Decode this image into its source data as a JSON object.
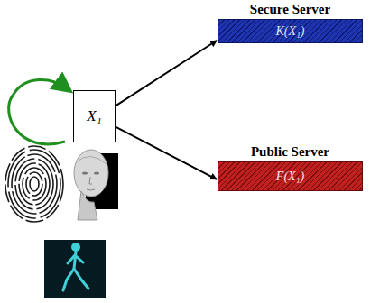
{
  "diagram": {
    "nodes": [
      {
        "text": [
          "X₁"
        ]
      },
      {
        "text": [
          "Secure Server",
          "K(X₁)"
        ]
      },
      {
        "text": [
          "Public Server",
          "F(X₁)"
        ]
      }
    ],
    "edges": [
      {
        "from": 0,
        "to": 1,
        "arrow": "to"
      },
      {
        "from": 0,
        "to": 2,
        "arrow": "to"
      }
    ]
  }
}
